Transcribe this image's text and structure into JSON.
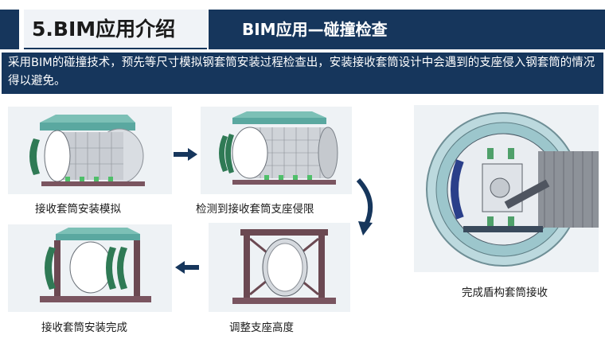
{
  "header": {
    "section_title": "5.BIM应用介绍",
    "subtitle": "BIM应用—碰撞检查"
  },
  "description": "采用BIM的碰撞技术，预先等尺寸模拟钢套筒安装过程检查出，安装接收套筒设计中会遇到的支座侵入钢套筒的情况得以避免。",
  "steps": [
    {
      "caption": "接收套筒安装模拟"
    },
    {
      "caption": "检测到接收套筒支座侵限"
    },
    {
      "caption": "调整支座高度"
    },
    {
      "caption": "接收套筒安装完成"
    }
  ],
  "result": {
    "caption": "完成盾构套筒接收"
  },
  "colors": {
    "brand_navy": "#16365c",
    "arrow_navy": "#16365c"
  }
}
